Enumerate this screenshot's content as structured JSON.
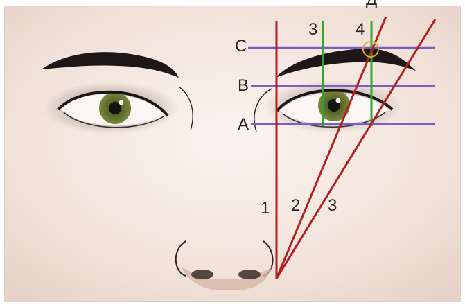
{
  "labels": {
    "horizontal": [
      "A",
      "B",
      "C"
    ],
    "top_numbers": [
      "3",
      "4"
    ],
    "bottom_numbers": [
      "1",
      "2",
      "3"
    ],
    "corner_glyph": "Д"
  },
  "colors": {
    "skin_light": "#f7efe9",
    "skin_mid": "#ecd8cd",
    "skin_shadow": "#d8bfb2",
    "red_line": "#b21f1f",
    "purple_line": "#7b5cc4",
    "green_line": "#2fa72c",
    "yellow_circle": "#d6ae34",
    "brow": "#1d1718",
    "iris": "#5d6a2b",
    "label_text": "#2d2523"
  },
  "icons": {
    "left_eye": "eye-icon",
    "right_eye": "eye-icon",
    "nose": "nose-icon"
  }
}
